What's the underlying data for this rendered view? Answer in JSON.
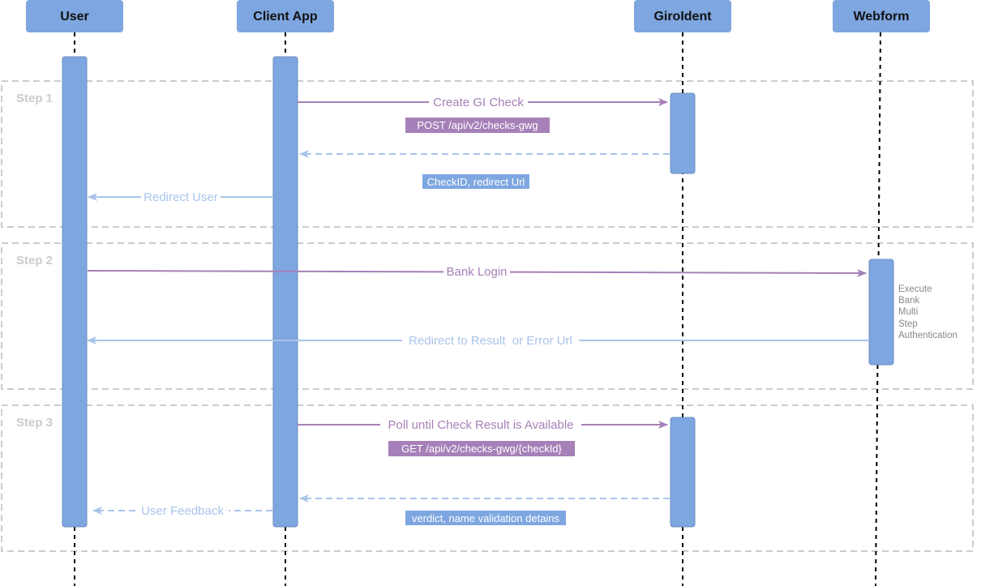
{
  "actors": [
    "User",
    "Client App",
    "GiroIdent",
    "Webform"
  ],
  "steps": [
    "Step 1",
    "Step 2",
    "Step 3"
  ],
  "messages": {
    "create_check": "Create GI Check",
    "redirect_user": "Redirect User",
    "bank_login": "Bank Login",
    "redirect_result": "Redirect to Result  or Error Url",
    "poll": "Poll until Check Result is Available",
    "user_feedback": "User Feedback"
  },
  "tags": {
    "post_endpoint": "POST /api/v2/checks-gwg",
    "check_response": "CheckID, redirect Url",
    "get_endpoint": "GET /api/v2/checks-gwg/{checkId}",
    "verdict_response": "verdict, name validation detains"
  },
  "note": {
    "lines": [
      "Execute",
      "Bank",
      "Multi",
      "Step",
      "Authentication"
    ]
  },
  "colors": {
    "actor_fill": "#7ea6e0",
    "activation_stroke": "#6c8ebf",
    "request_arrow": "#a680b8",
    "response_arrow": "#a9c4eb",
    "request_tag_bg": "#a680b8",
    "response_tag_bg": "#7ea6e0",
    "step_frame": "#cccccc"
  }
}
